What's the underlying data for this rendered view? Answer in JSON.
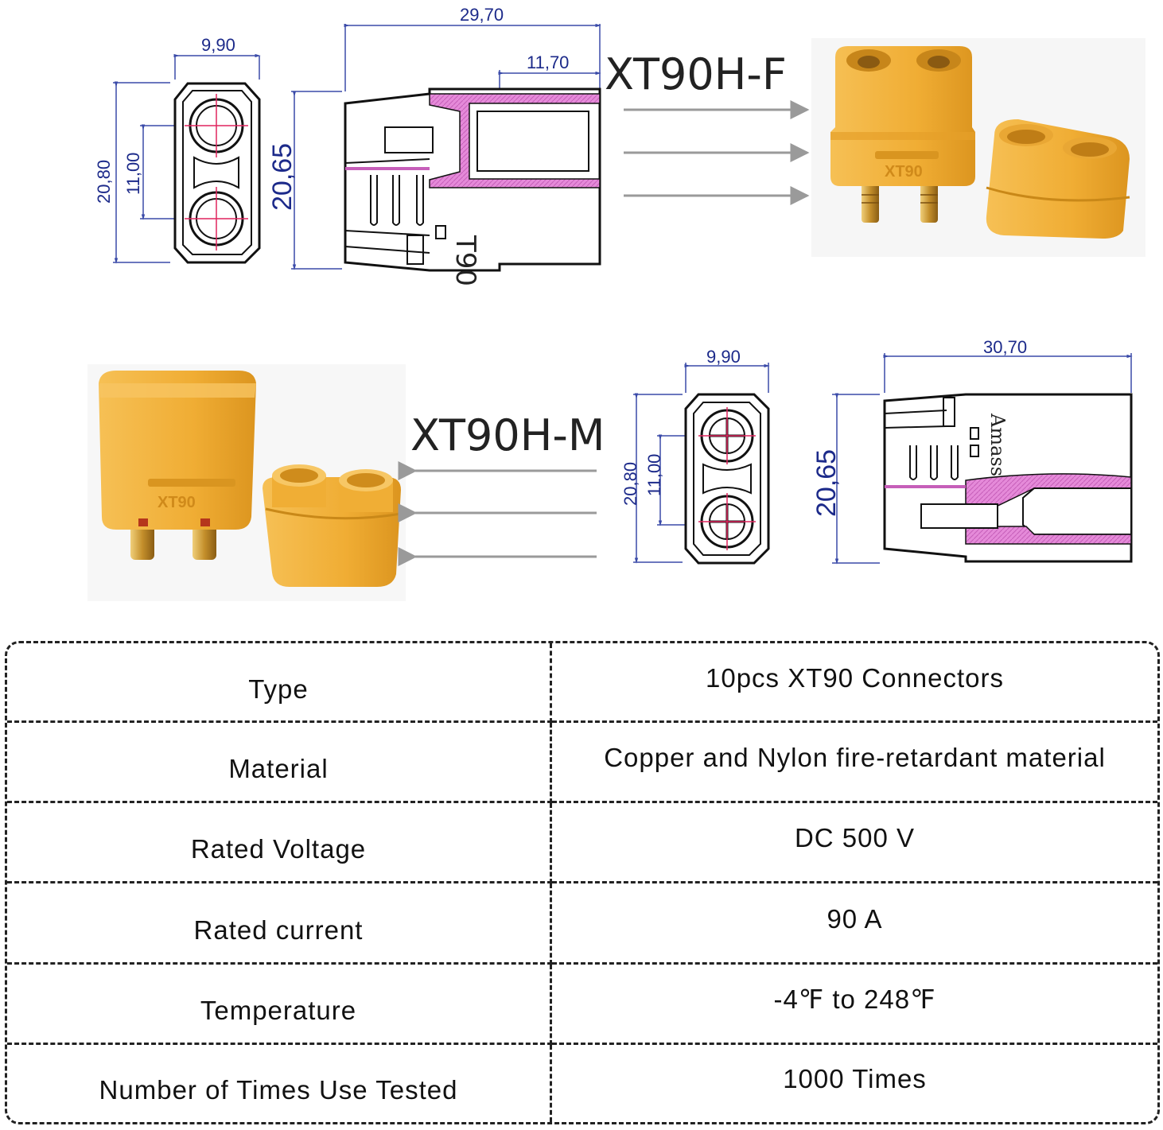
{
  "diagram": {
    "female": {
      "label": "XT90H-F",
      "front_width": "9,90",
      "front_height": "20,80",
      "pin_pitch": "11,00",
      "side_length": "29,70",
      "side_inner": "11,70",
      "side_height": "20,65",
      "body_mark": "T90"
    },
    "male": {
      "label": "XT90H-M",
      "front_width": "9,90",
      "front_height": "20,80",
      "pin_pitch": "11,00",
      "side_length": "30,70",
      "side_height": "20,65",
      "body_mark": "Amass"
    },
    "photo_mark_female": "XT90",
    "photo_mark_male": "XT90"
  },
  "specs": {
    "rows": [
      {
        "label": "Type",
        "value": "10pcs XT90 Connectors"
      },
      {
        "label": "Material",
        "value": "Copper and Nylon fire-retardant material"
      },
      {
        "label": "Rated Voltage",
        "value": "DC 500 V"
      },
      {
        "label": "Rated current",
        "value": "90 A"
      },
      {
        "label": "Temperature",
        "value": "-4℉  to 248℉"
      },
      {
        "label": "Number of Times Use Tested",
        "value": "1000 Times"
      }
    ]
  },
  "colors": {
    "dimension_line": "#3a4aa8",
    "outline": "#111111",
    "section_fill": "#e26fd6",
    "connector_yellow": "#f2b13a",
    "connector_shadow": "#d9921e",
    "brass": "#d6a23a",
    "arrow": "#9a9a9a"
  }
}
